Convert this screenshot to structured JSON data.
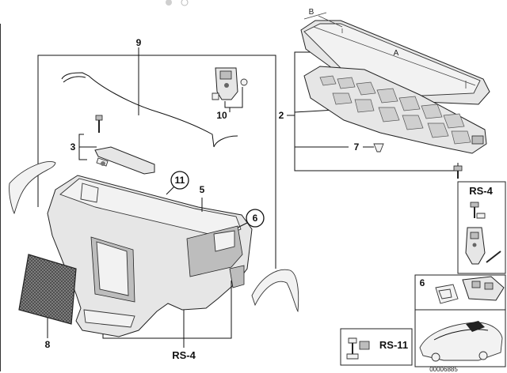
{
  "callouts": {
    "c9": "9",
    "c10": "10",
    "c3": "3",
    "c11": "11",
    "c5": "5",
    "c6": "6",
    "c8": "8",
    "c2": "2",
    "c7": "7",
    "rs4_bottom": "RS-4",
    "rs4_inset": "RS-4",
    "c6_inset": "6",
    "rs11_inset": "RS-11"
  },
  "dimensions": {
    "a": "A",
    "b": "B"
  },
  "diagram_id": "00006885"
}
